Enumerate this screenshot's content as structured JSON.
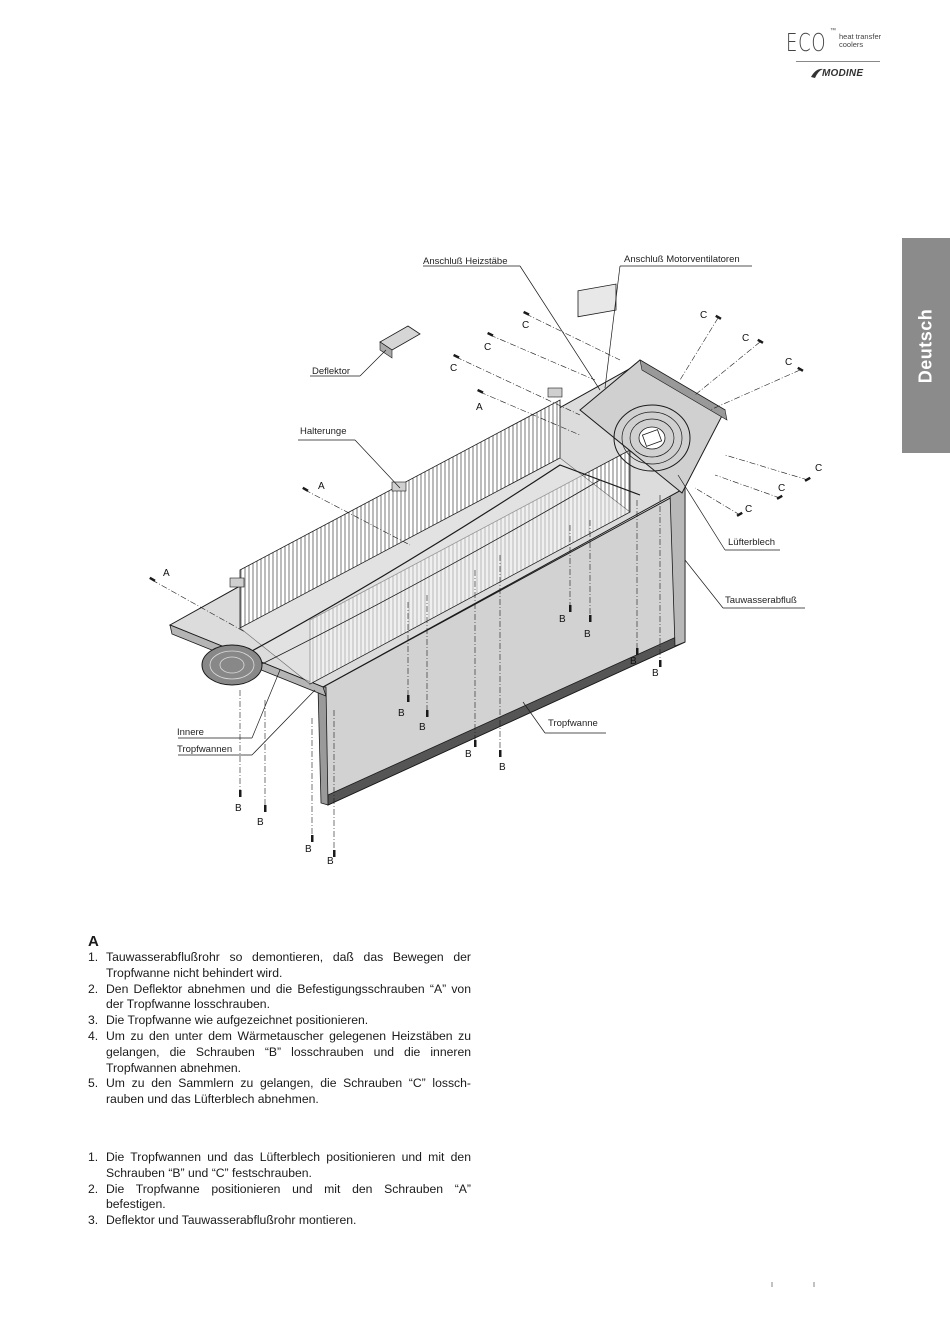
{
  "logo": {
    "brand_name": "ECO",
    "trademark": "™",
    "tagline_line1": "heat transfer",
    "tagline_line2": "coolers",
    "maker": "MODINE"
  },
  "side_tab": {
    "label": "Deutsch"
  },
  "figure": {
    "labels": {
      "heizstaebe": "Anschluß Heizstäbe",
      "motorventilatoren": "Anschluß Motorventilatoren",
      "deflektor": "Deflektor",
      "halterunge": "Halterunge",
      "luefterblech": "Lüfterblech",
      "tauwasserabfluss": "Tauwasserabfluß",
      "tropfwanne": "Tropfwanne",
      "innere": "Innere",
      "tropfwannen": "Tropfwannen"
    },
    "screw_letters": {
      "a": "A",
      "b": "B",
      "c": "C"
    },
    "colors": {
      "panel_fill": "#d2d2d2",
      "fin_fill": "#ffffff",
      "line": "#1a1a1a"
    }
  },
  "instructions": {
    "section_letter": "A",
    "disassembly": [
      {
        "num": "1.",
        "text": "Tauwasserabflußrohr so demontieren, daß das Bewegen der Tropfwanne nicht behindert wird."
      },
      {
        "num": "2.",
        "text": "Den Deflektor abnehmen und die Befestigungsschrauben “A” von der Tropfwanne losschrauben."
      },
      {
        "num": "3.",
        "text": "Die Tropfwanne wie aufgezeichnet positionieren."
      },
      {
        "num": "4.",
        "text": "Um zu den unter dem Wärmetauscher gelegenen Heizstäben zu gelangen, die Schrauben “B” losschrauben und die inneren Tropfwannen abnehmen."
      },
      {
        "num": "5.",
        "text": "Um zu den Sammlern zu gelangen, die Schrauben “C” lossch-rauben und das Lüfterblech abnehmen."
      }
    ],
    "assembly": [
      {
        "num": "1.",
        "text": "Die Tropfwannen und das Lüfterblech positionieren und mit den Schrauben “B” und “C” festschrauben."
      },
      {
        "num": "2.",
        "text": "Die Tropfwanne  positionieren und mit den Schrauben “A” befestigen."
      },
      {
        "num": "3.",
        "text": "Deflektor und Tauwasserabflußrohr montieren."
      }
    ]
  }
}
